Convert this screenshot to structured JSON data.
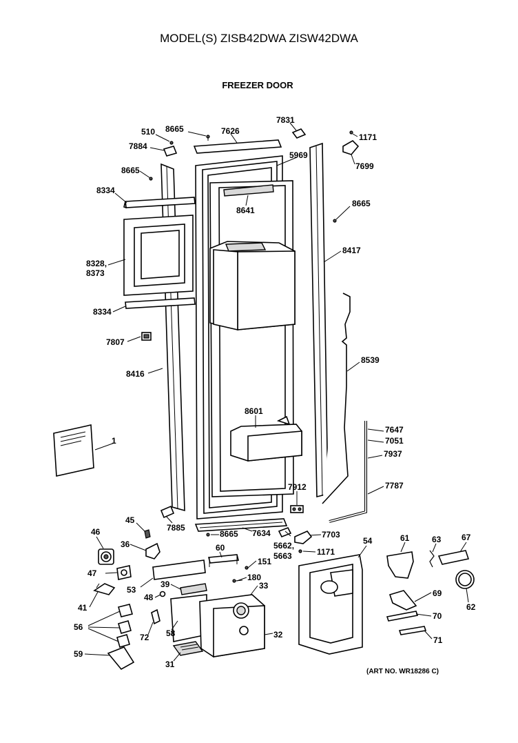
{
  "header": {
    "model_title": "MODEL(S) ZISB42DWA  ZISW42DWA",
    "section_title": "FREEZER DOOR"
  },
  "footer": {
    "art_number": "(ART NO. WR18286 C)"
  },
  "callouts": {
    "p510": "510",
    "p8665a": "8665",
    "p7626": "7626",
    "p7831": "7831",
    "p1171a": "1171",
    "p7884": "7884",
    "p5969": "5969",
    "p7699": "7699",
    "p8665b": "8665",
    "p8334a": "8334",
    "p8641": "8641",
    "p8665c": "8665",
    "p8328": "8328,",
    "p8373": "8373",
    "p8417": "8417",
    "p8334b": "8334",
    "p7807": "7807",
    "p8539": "8539",
    "p8416": "8416",
    "p8601": "8601",
    "p7647": "7647",
    "p7051": "7051",
    "p1": "1",
    "p7937": "7937",
    "p7912": "7912",
    "p7787": "7787",
    "p45": "45",
    "p7885": "7885",
    "p46": "46",
    "p8665d": "8665",
    "p7634": "7634",
    "p7703": "7703",
    "p54": "54",
    "p61": "61",
    "p63": "63",
    "p67": "67",
    "p36": "36",
    "p60": "60",
    "p151": "151",
    "p5662": "5662,",
    "p5663": "5663",
    "p1171b": "1171",
    "p47": "47",
    "p53": "53",
    "p180": "180",
    "p39": "39",
    "p33": "33",
    "p48": "48",
    "p69": "69",
    "p62": "62",
    "p41": "41",
    "p70": "70",
    "p56": "56",
    "p58": "58",
    "p72": "72",
    "p32": "32",
    "p71": "71",
    "p59": "59",
    "p31": "31"
  }
}
